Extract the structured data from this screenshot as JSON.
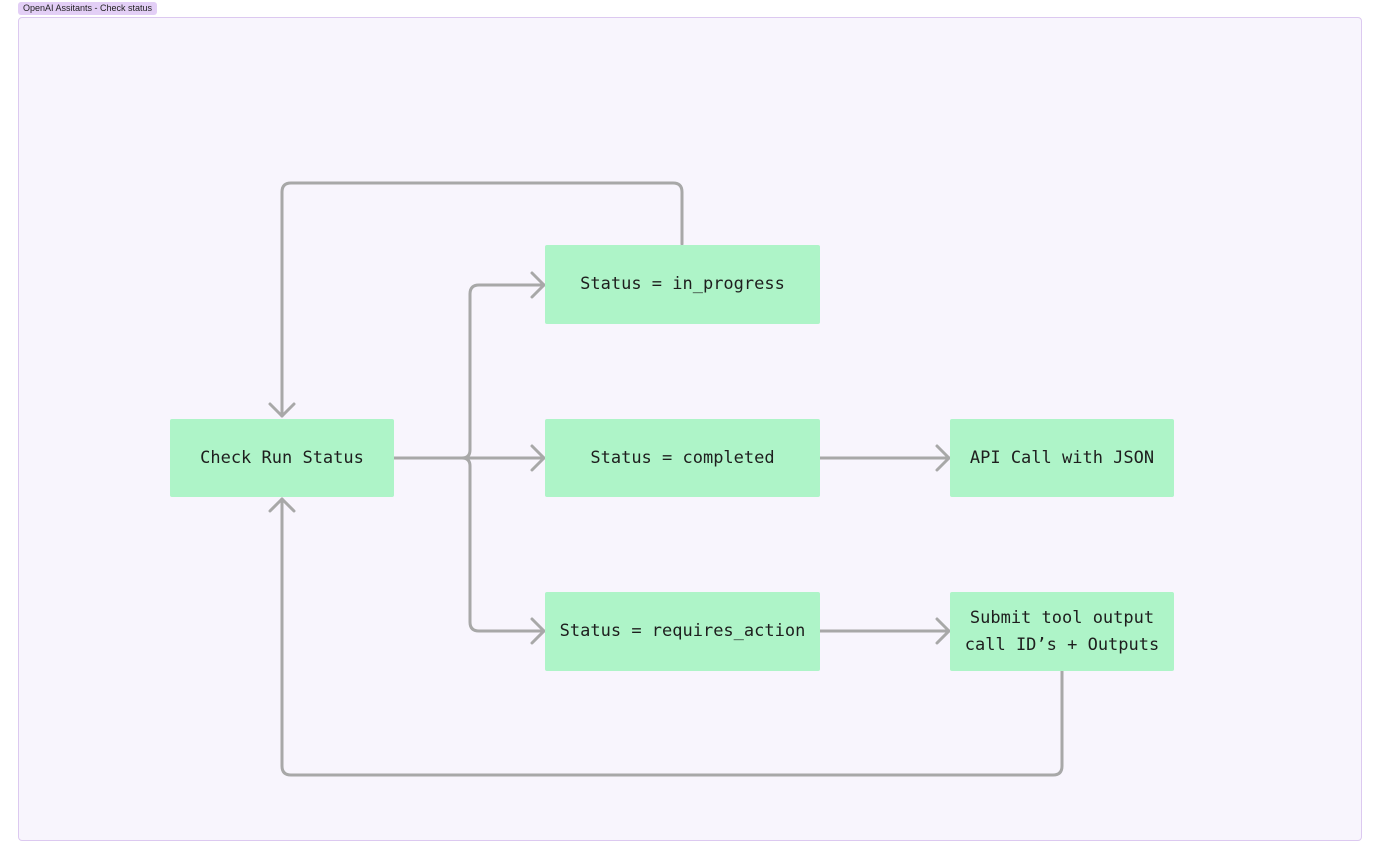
{
  "frame": {
    "label": "OpenAI Assitants - Check status"
  },
  "nodes": {
    "check_run_status": "Check Run Status",
    "in_progress": "Status = in_progress",
    "completed": "Status = completed",
    "requires_action": "Status = requires_action",
    "api_call": "API Call with JSON",
    "submit_tool_output": "Submit tool output\ncall ID’s + Outputs"
  },
  "colors": {
    "node_fill": "#aef4c8",
    "connector": "#a8a8a8",
    "frame_background": "#f8f5fd",
    "frame_border": "#dcc9f0",
    "frame_tab": "#e3cff6"
  }
}
